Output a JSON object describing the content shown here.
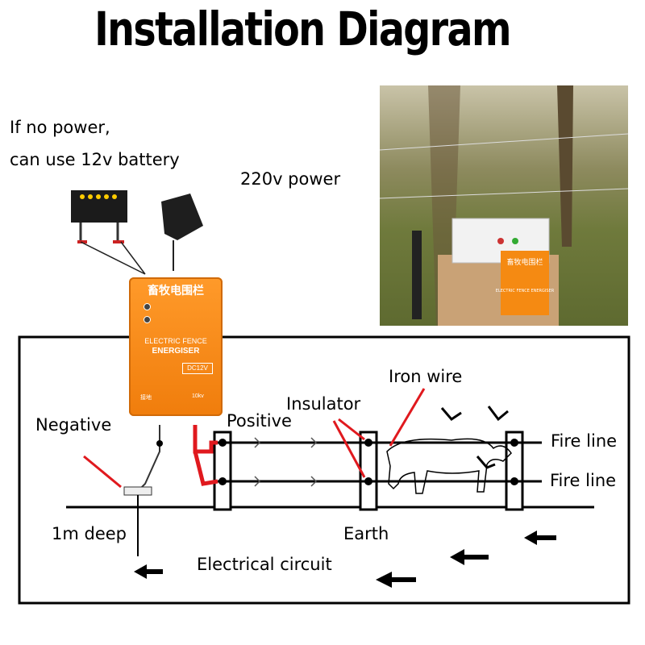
{
  "title": "Installation Diagram",
  "labels": {
    "battery_line1": "If no power,",
    "battery_line2": "can use 12v battery",
    "power_220v": "220v power",
    "iron_wire": "Iron wire",
    "insulator": "Insulator",
    "positive": "Positive",
    "negative": "Negative",
    "fire_line_1": "Fire line",
    "fire_line_2": "Fire line",
    "earth": "Earth",
    "depth": "1m deep",
    "circuit": "Electrical circuit"
  },
  "device": {
    "name_cn": "畜牧电围栏",
    "name_en_1": "ELECTRIC FENCE",
    "name_en_2": "ENERGISER",
    "voltage": "DC12V",
    "neg_terminal": "接地",
    "pos_terminal": "10kv"
  },
  "photo_device": {
    "name_cn": "畜牧电围栏",
    "name_en": "ELECTRIC FENCE ENERGISER"
  },
  "colors": {
    "device_orange": "#f5880f",
    "lead_red": "#e0191e",
    "wire": "#000000"
  }
}
